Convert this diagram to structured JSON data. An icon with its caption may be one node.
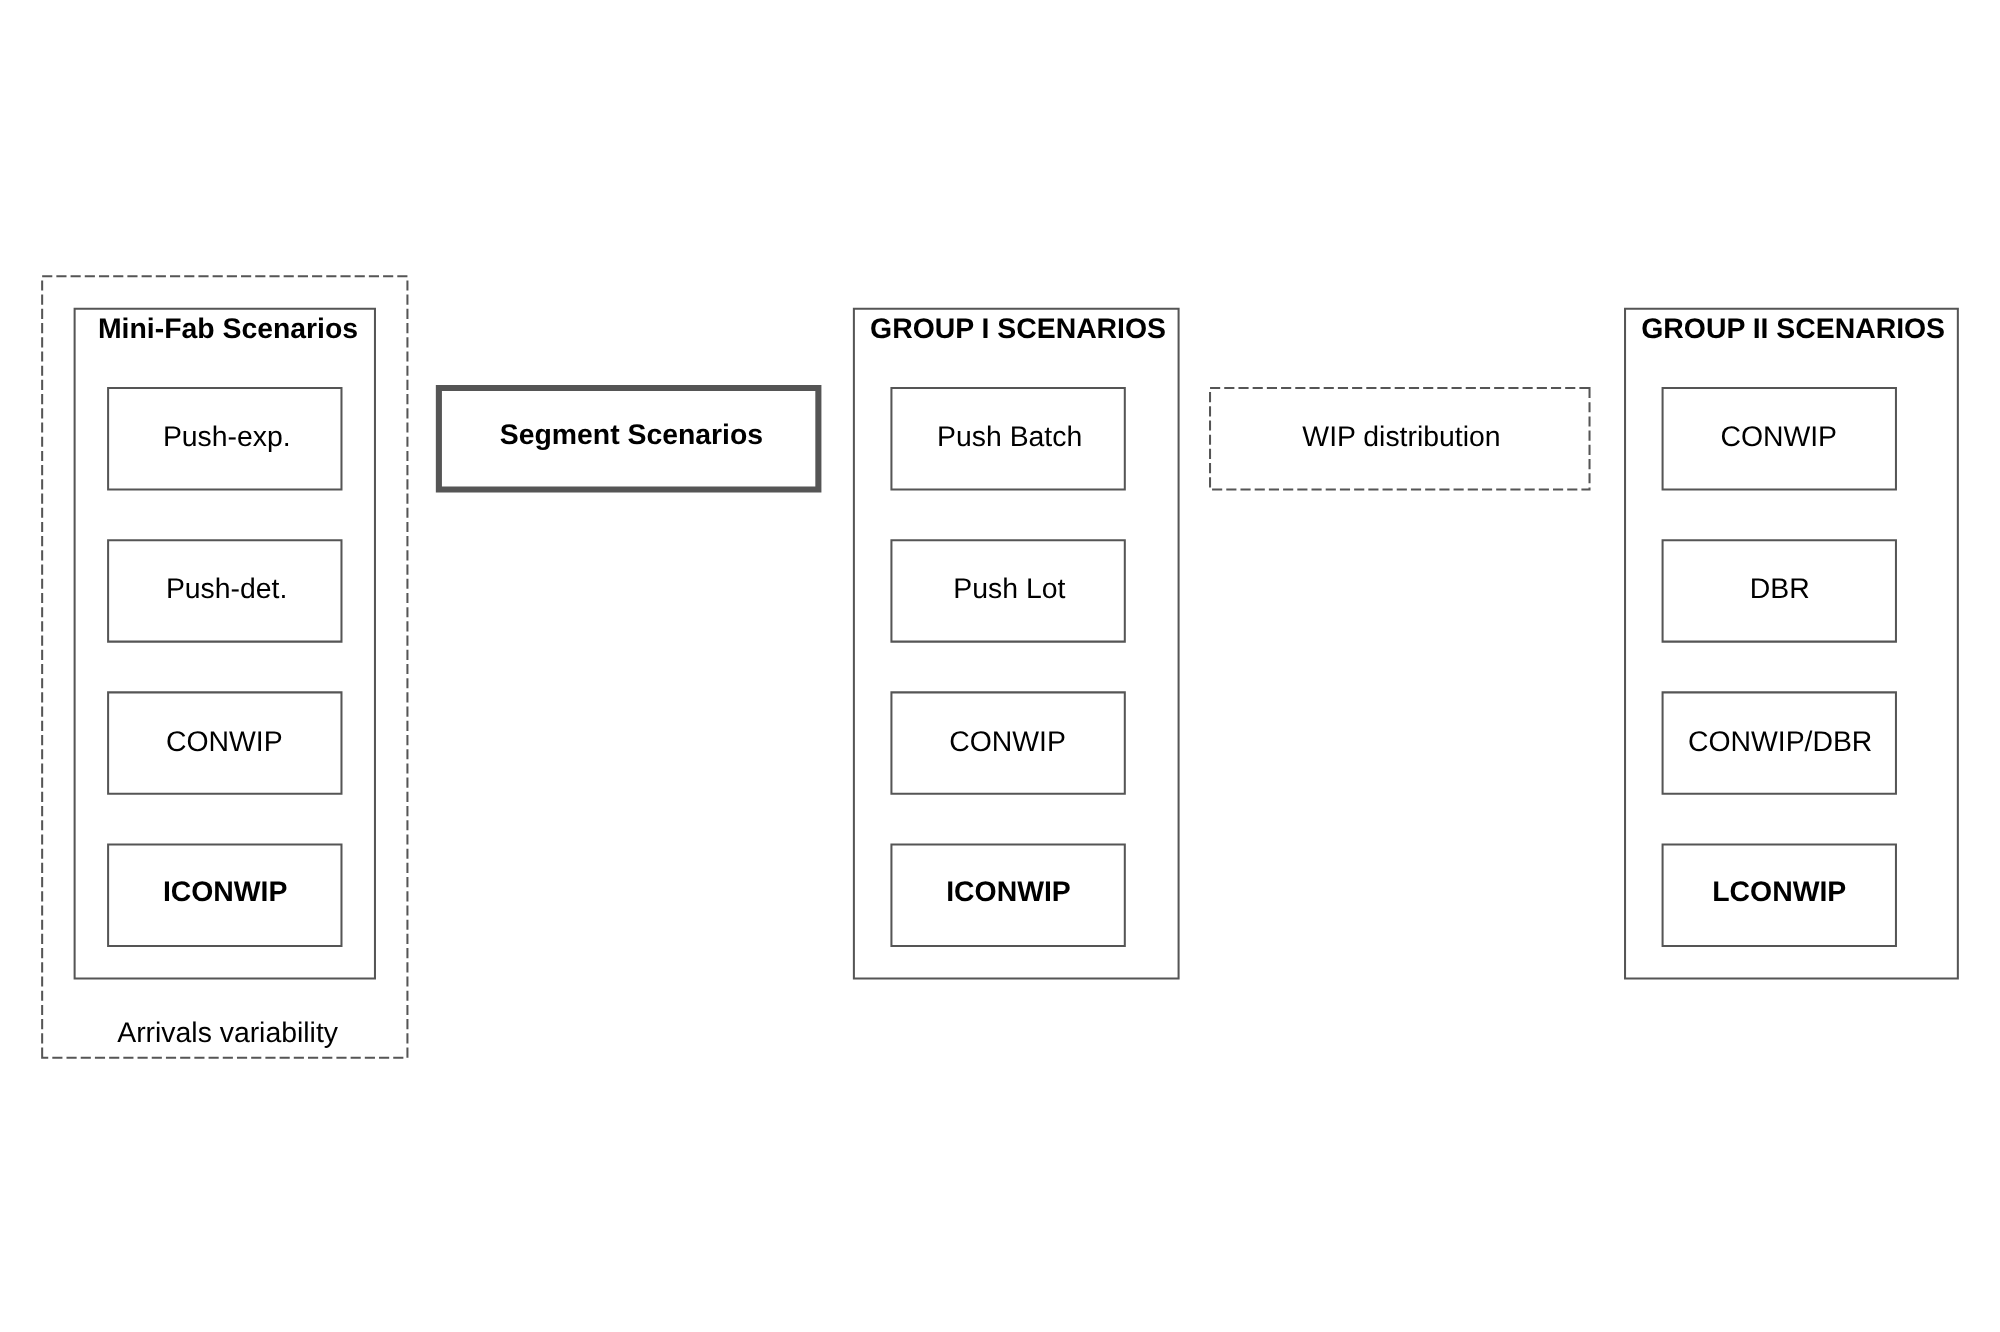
{
  "diagram": {
    "nodes": [
      {
        "text": [
          "Arrivals variability"
        ]
      },
      {
        "text": [
          "Mini-Fab Scenarios"
        ],
        "in": 0
      },
      {
        "text": [
          "Push-exp."
        ],
        "in": 1
      },
      {
        "text": [
          "Push-det."
        ],
        "in": 1
      },
      {
        "text": [
          "CONWIP"
        ],
        "in": 1
      },
      {
        "text": [
          "ICONWIP"
        ],
        "in": 1
      },
      {
        "text": [
          "Segment Scenarios"
        ]
      },
      {
        "text": [
          "GROUP I SCENARIOS"
        ]
      },
      {
        "text": [
          "Push Batch"
        ],
        "in": 7
      },
      {
        "text": [
          "Push Lot"
        ],
        "in": 7
      },
      {
        "text": [
          "CONWIP"
        ],
        "in": 7
      },
      {
        "text": [
          "ICONWIP"
        ],
        "in": 7
      },
      {
        "text": [
          "WIP distribution"
        ]
      },
      {
        "text": [
          "GROUP II SCENARIOS"
        ]
      },
      {
        "text": [
          "CONWIP"
        ],
        "in": 13
      },
      {
        "text": [
          "DBR"
        ],
        "in": 13
      },
      {
        "text": [
          "CONWIP/DBR"
        ],
        "in": 13
      },
      {
        "text": [
          "LCONWIP"
        ],
        "in": 13
      }
    ],
    "edges": []
  }
}
